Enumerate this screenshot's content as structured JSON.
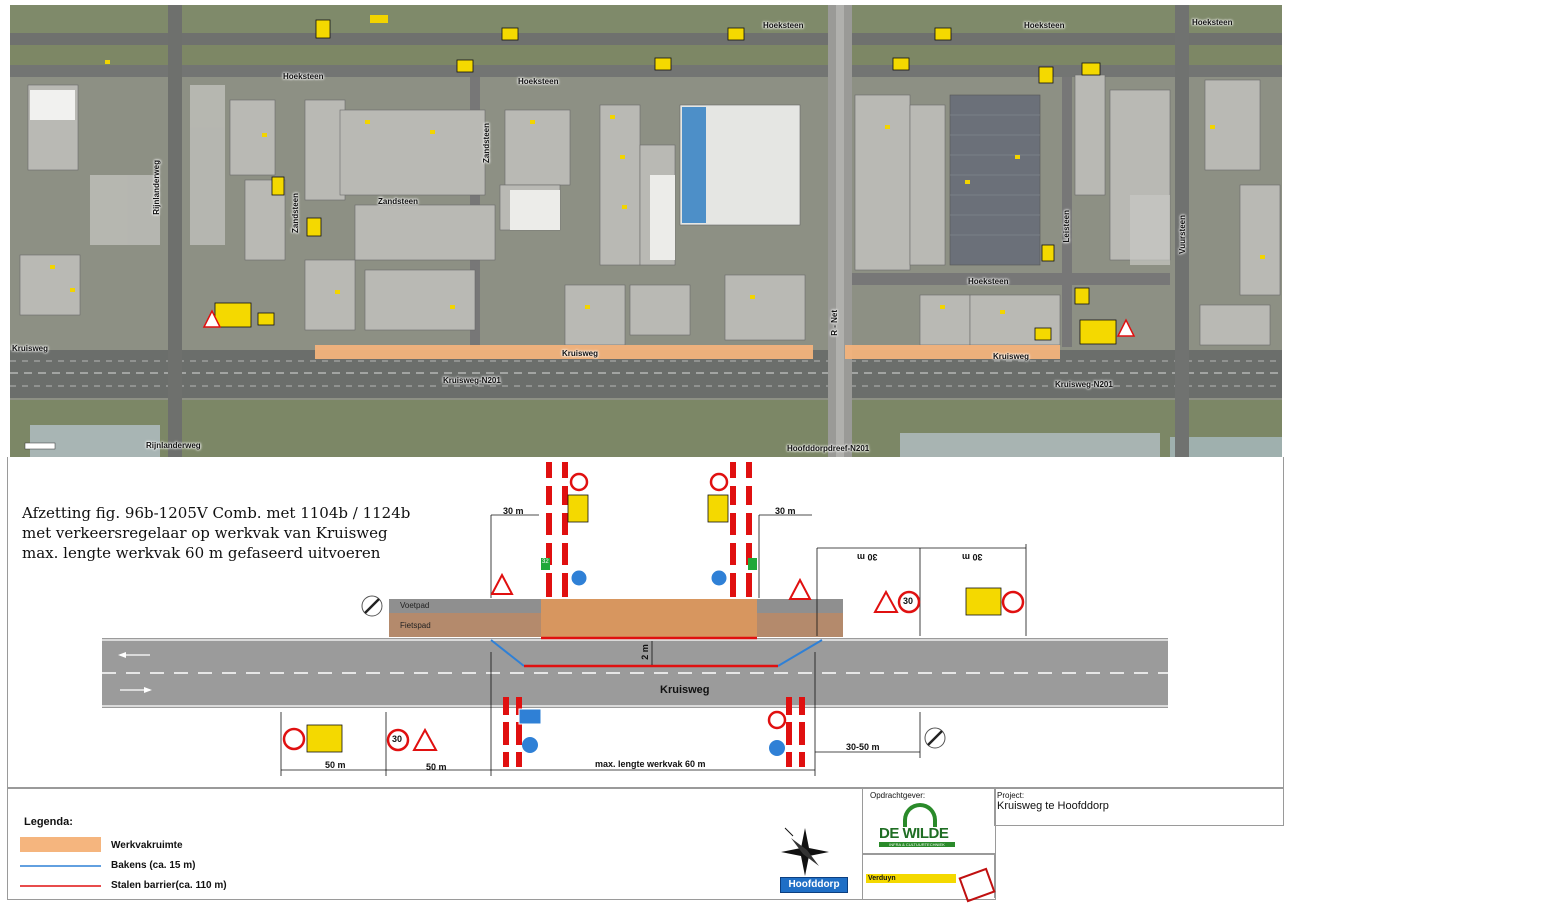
{
  "map": {
    "streets": {
      "hoeksteen_1": "Hoeksteen",
      "hoeksteen_2": "Hoeksteen",
      "hoeksteen_3": "Hoeksteen",
      "hoeksteen_4": "Hoeksteen",
      "hoeksteen_5": "Hoeksteen",
      "hoeksteen_6": "Hoeksteen",
      "zandsteen_h": "Zandsteen",
      "zandsteen_v1": "Zandsteen",
      "zandsteen_v2": "Zandsteen",
      "rijnlanderweg_v": "Rijnlanderweg",
      "rijnlanderweg_h": "Rijnlanderweg",
      "kruisweg_left": "Kruisweg",
      "kruisweg_mid": "Kruisweg",
      "kruisweg_right": "Kruisweg",
      "n201_left": "Kruisweg-N201",
      "n201_right": "Kruisweg-N201",
      "rnet": "R - Net",
      "leisteen": "Leisteen",
      "vuursteen": "Vuursteen",
      "hoofddorpdreef": "Hoofddorpdreef-N201"
    }
  },
  "drawing": {
    "note_lines": [
      "Afzetting fig. 96b-1205V Comb. met  1104b / 1124b",
      "met verkeersregelaar op werkvak van Kruisweg",
      " max. lengte werkvak 60 m  gefaseerd uitvoeren"
    ],
    "voetpad": "Voetpad",
    "fietspad": "Fietspad",
    "road_name": "Kruisweg",
    "dims": {
      "top_left_30": "30 m",
      "top_right_30": "30 m",
      "rot_30_a": "30 m",
      "rot_30_b": "30 m",
      "offset_2m": "2 m",
      "bottom_50_a": "50 m",
      "bottom_50_b": "50 m",
      "max_len": "max. lengte werkvak 60 m",
      "bottom_3050": "30-50 m"
    },
    "sign_text": {
      "speed_30": "30",
      "light_count": "32"
    }
  },
  "legend": {
    "title": "Legenda:",
    "items": [
      {
        "label": "Werkvakruimte",
        "color": "#f5b57e"
      },
      {
        "label": "Bakens (ca. 15  m)",
        "color": "#2f80d6"
      },
      {
        "label": "Stalen barrier(ca. 110  m)",
        "color": "#e01010"
      }
    ]
  },
  "titleblock": {
    "opdrachtgever_label": "Opdrachtgever:",
    "client_logo": "DE WILDE",
    "client_logo_sub": "INFRA & CULTUURTECHNIEK",
    "project_label": "Project:",
    "project_name": "Kruisweg te Hoofddorp",
    "contractor": "Verduyn",
    "place": "Hoofddorp"
  },
  "colors": {
    "work_area": "#f5b57e",
    "beacons": "#2f80d6",
    "barrier": "#e01010",
    "sign_yellow": "#f4d900",
    "asphalt": "#9b9b9b"
  }
}
